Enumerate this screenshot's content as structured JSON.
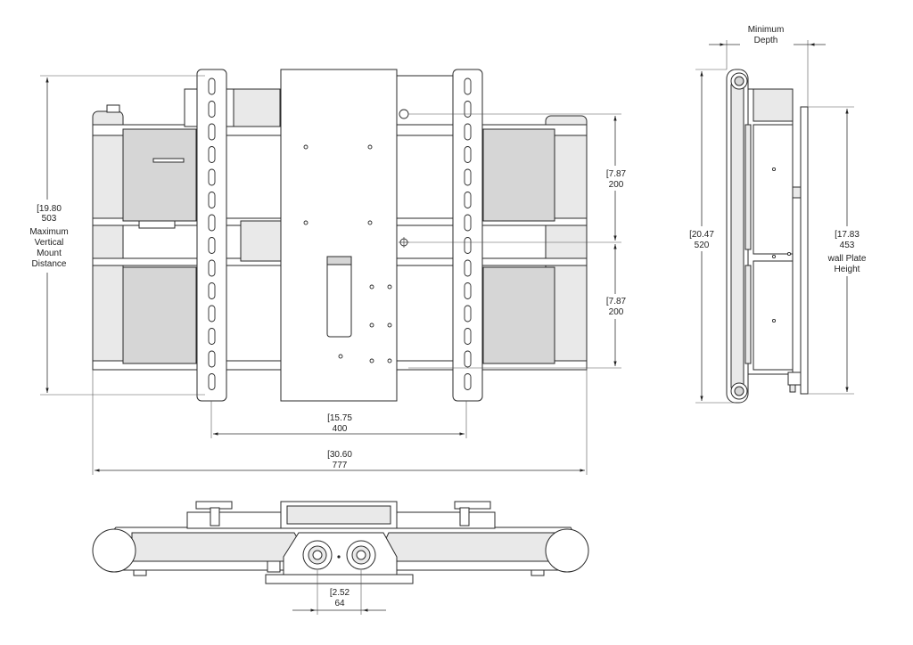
{
  "dimensions": {
    "max_vertical": {
      "inches": "[19.80",
      "mm": "503",
      "caption": [
        "Maximum",
        "Vertical",
        "Mount",
        "Distance"
      ]
    },
    "upper_spacing": {
      "inches": "[7.87",
      "mm": "200"
    },
    "lower_spacing": {
      "inches": "[7.87",
      "mm": "200"
    },
    "rail_width": {
      "inches": "[15.75",
      "mm": "400"
    },
    "overall_width": {
      "inches": "[30.60",
      "mm": "777"
    },
    "side_height": {
      "inches": "[20.47",
      "mm": "520"
    },
    "wall_plate_height": {
      "inches": "[17.83",
      "mm": "453",
      "caption": [
        "wall Plate",
        "Height"
      ]
    },
    "minimum_depth": {
      "caption": [
        "Minimum",
        "Depth"
      ]
    },
    "bottom_offset": {
      "inches": "[2.52",
      "mm": "64"
    }
  }
}
